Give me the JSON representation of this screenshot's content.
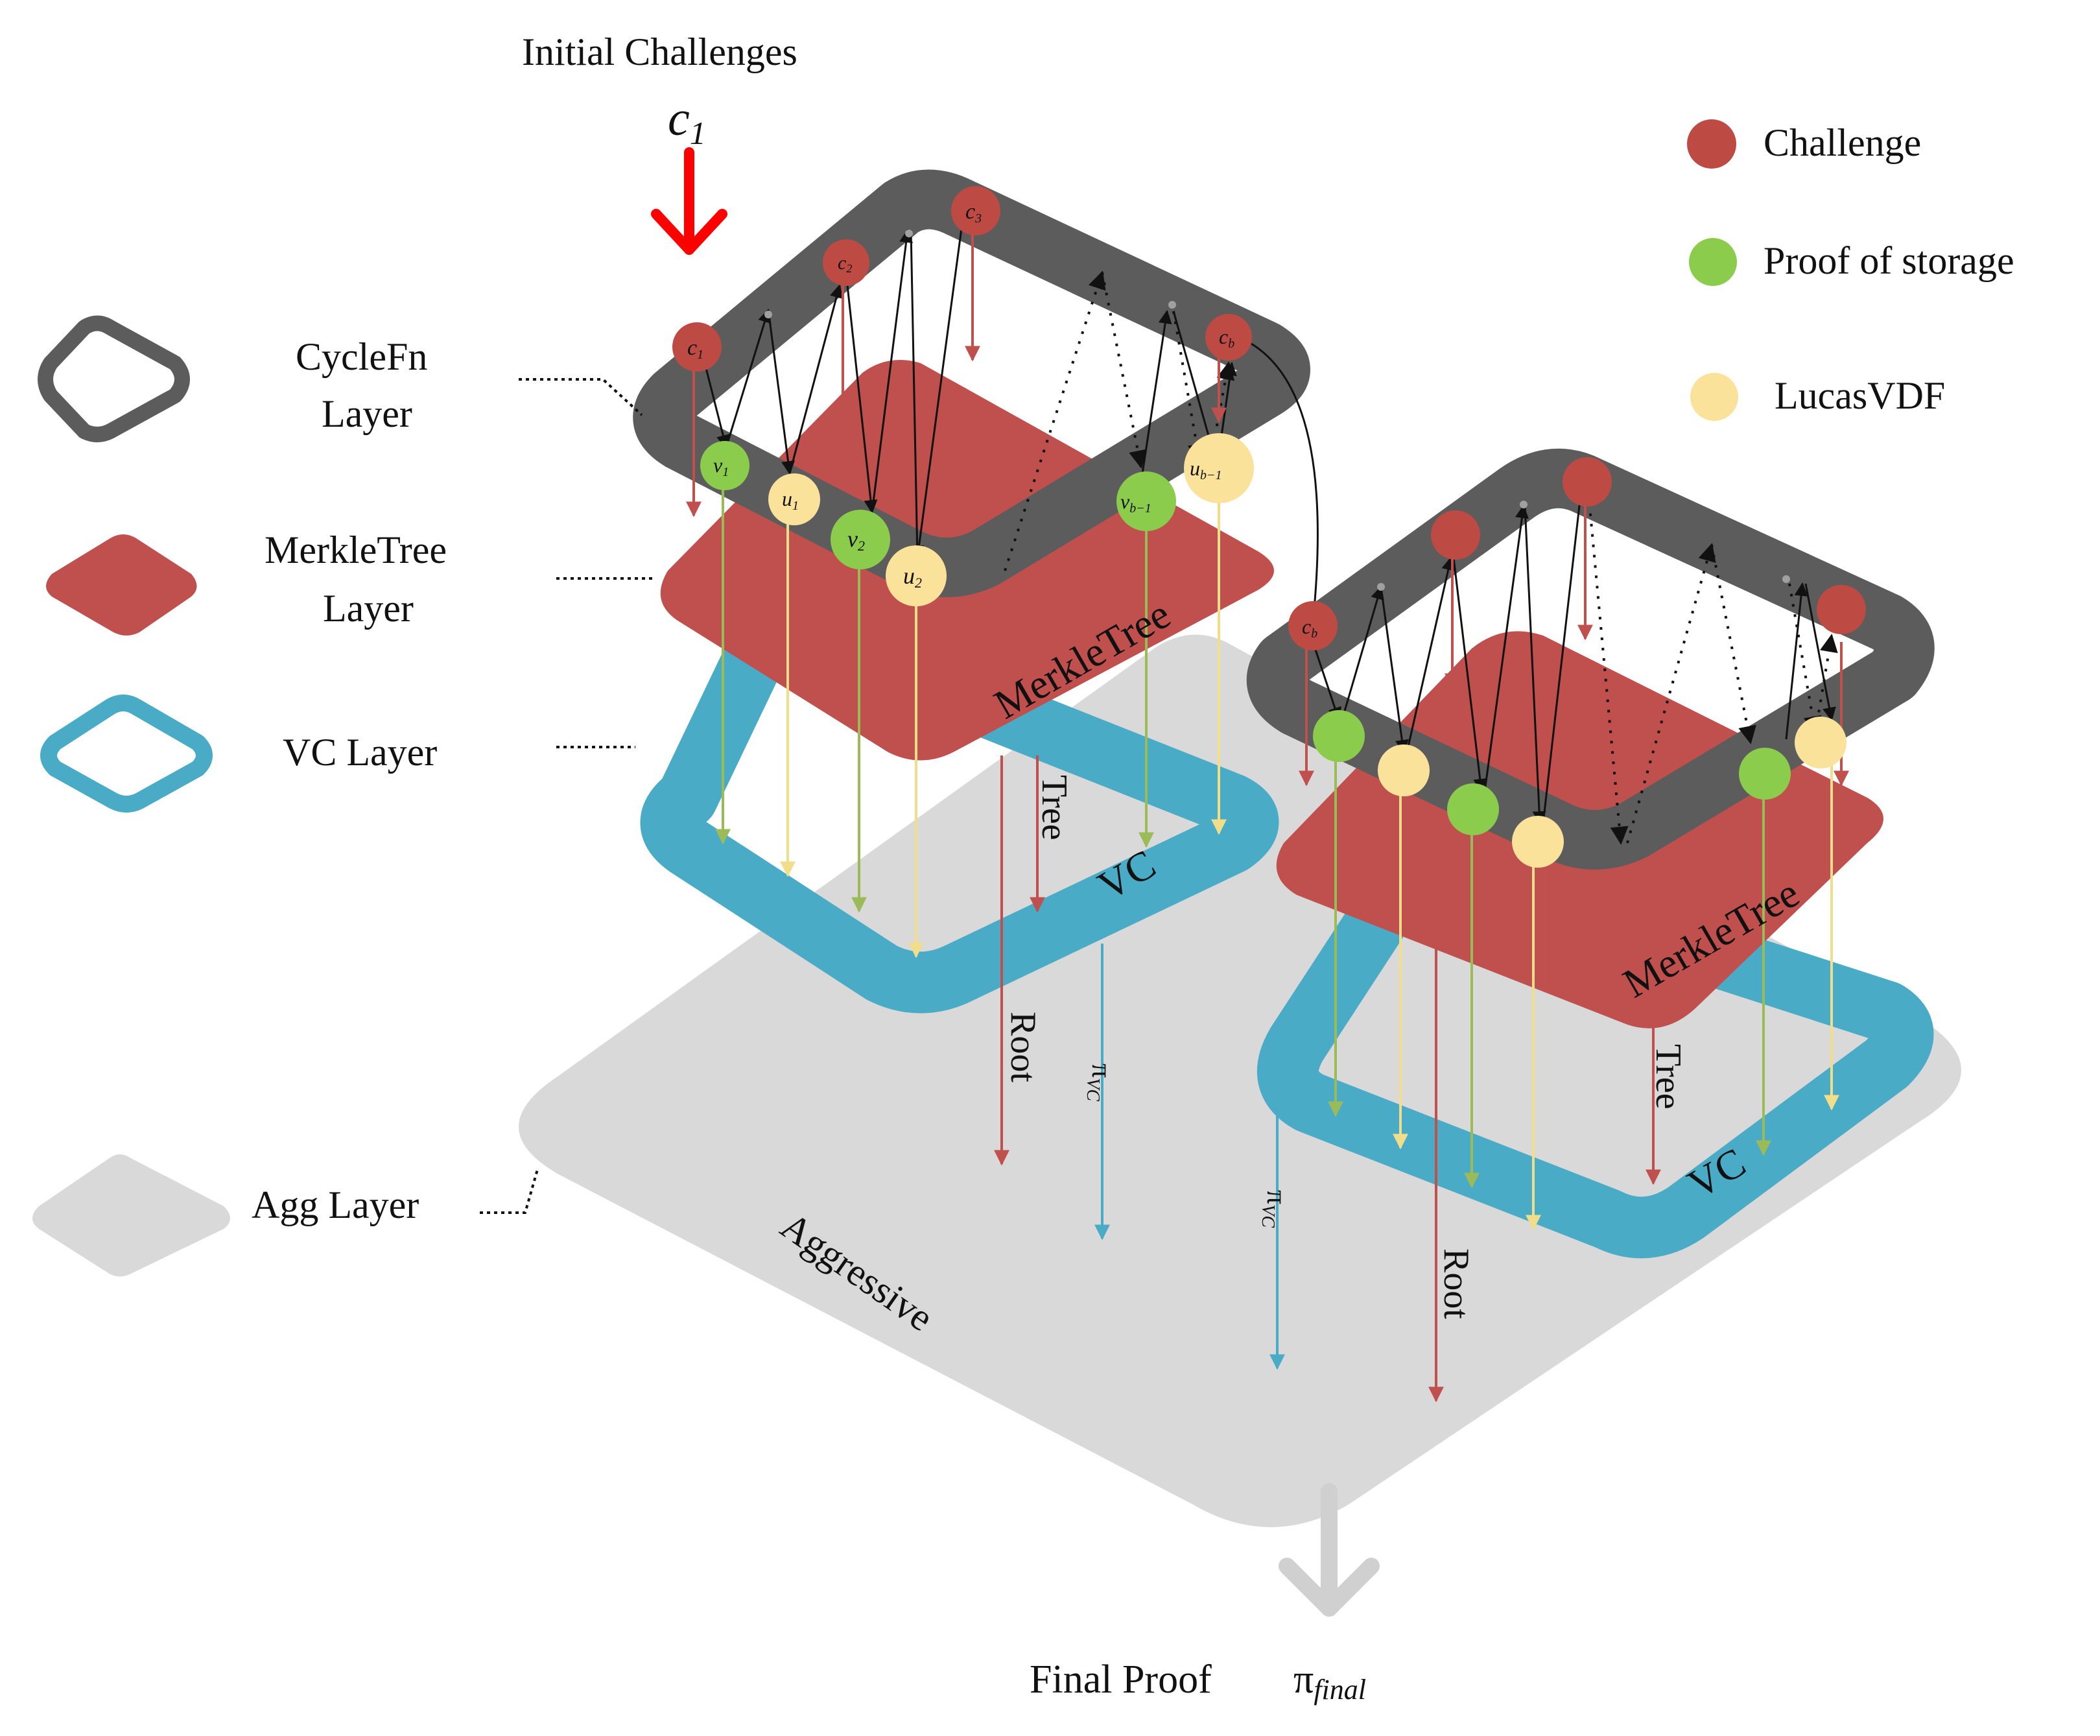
{
  "header": {
    "initial_challenges": "Initial Challenges",
    "c1_label_base": "c",
    "c1_label_sub": "1"
  },
  "legend": {
    "challenge": "Challenge",
    "proof_of_storage": "Proof of storage",
    "lucas_vdf": "LucasVDF",
    "cyclefn_line1": "CycleFn",
    "cyclefn_line2": "Layer",
    "merkle_line1": "MerkleTree",
    "merkle_line2": "Layer",
    "vc_layer": "VC Layer",
    "agg_layer": "Agg Layer"
  },
  "layers": {
    "merkle_tree": "MerkleTree",
    "vc": "VC",
    "tree": "Tree",
    "root": "Root",
    "pi": "π",
    "pi_vc_sub": "VC",
    "aggressive": "Aggressive"
  },
  "nodes": {
    "left_challenges": [
      {
        "base": "c",
        "sub": "1"
      },
      {
        "base": "c",
        "sub": "2"
      },
      {
        "base": "c",
        "sub": "3"
      },
      {
        "base": "c",
        "sub": "b"
      }
    ],
    "left_storage": [
      {
        "base": "v",
        "sub": "1"
      },
      {
        "base": "v",
        "sub": "2"
      },
      {
        "base": "v",
        "sub": "b−1"
      }
    ],
    "left_vdf": [
      {
        "base": "u",
        "sub": "1"
      },
      {
        "base": "u",
        "sub": "2"
      },
      {
        "base": "u",
        "sub": "b−1"
      }
    ],
    "right_challenge": {
      "base": "c",
      "sub": "b"
    }
  },
  "footer": {
    "final_proof": "Final Proof",
    "pi": "π",
    "final_sub": "final"
  },
  "colors": {
    "challenge": "#bd4b43",
    "storage": "#8ccc4d",
    "vdf": "#fbe29a",
    "cycle": "#5c5c5c",
    "merkle": "#c0504d",
    "vc": "#4aabc7",
    "agg": "#d9d9d9",
    "arrow_red": "#ff0000"
  }
}
